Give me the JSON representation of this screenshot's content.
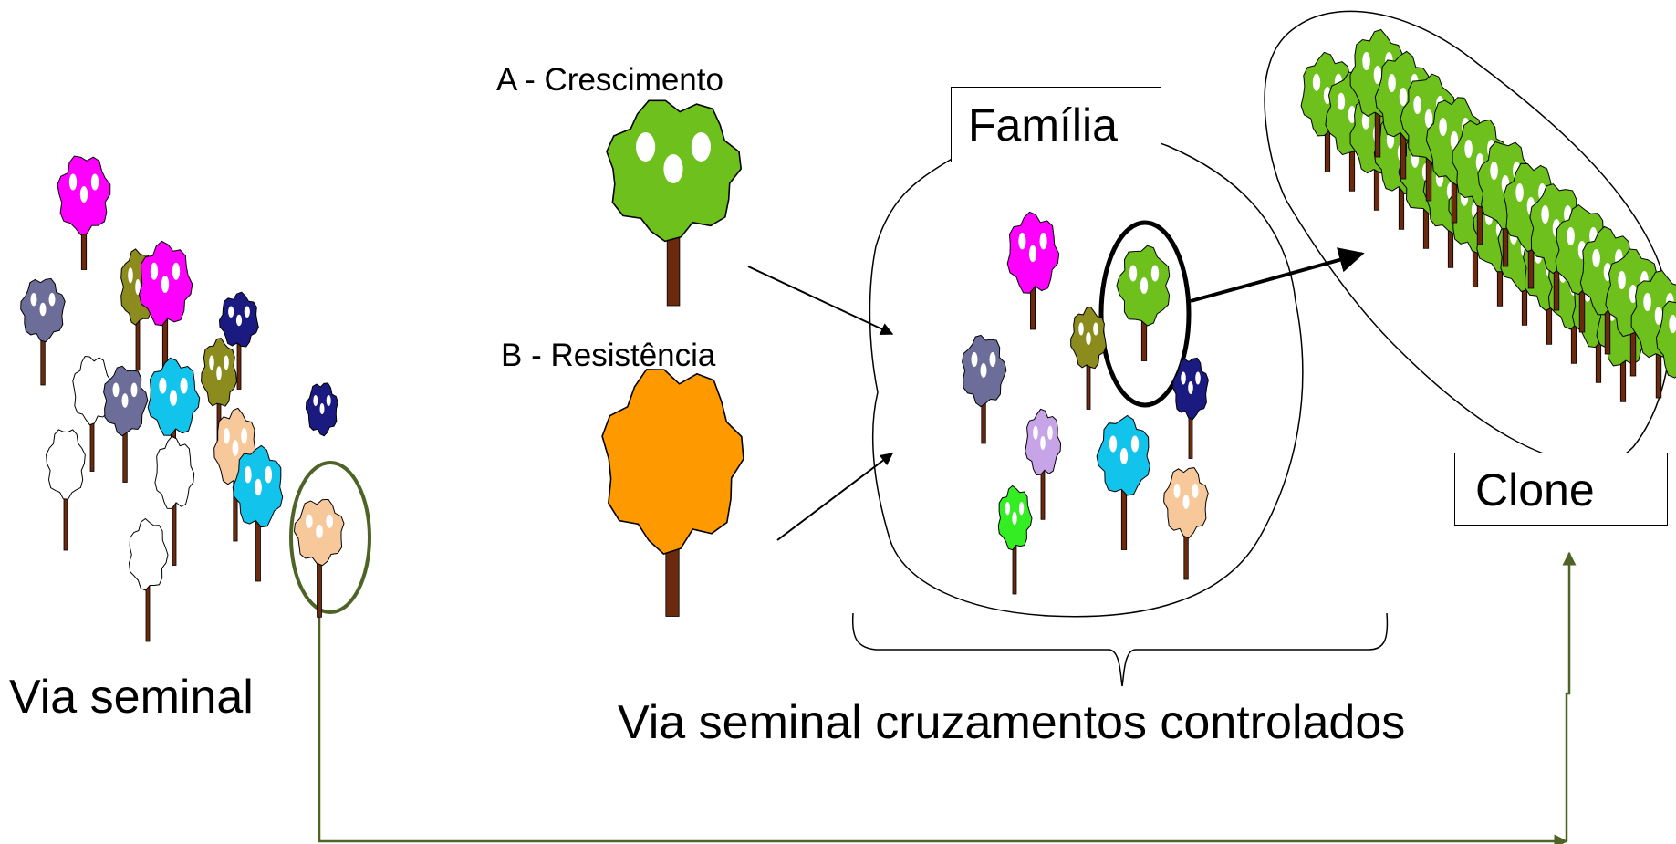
{
  "labels": {
    "parent_a": "A - Crescimento",
    "parent_b": "B - Resistência",
    "family": "Família",
    "clone": "Clone",
    "via_seminal": "Via seminal",
    "via_controlled": "Via seminal cruzamentos controlados"
  },
  "colors": {
    "trunk": "#6b2a0e",
    "green": "#6ec01c",
    "orange": "#ff9900",
    "magenta": "#ff00ff",
    "slate": "#6d6d99",
    "olive": "#8c8c1e",
    "navy": "#1a1a80",
    "cyan": "#12c3eb",
    "peach": "#f7c89a",
    "lavender": "#c7a3e8",
    "bright_green": "#33ee22",
    "white": "#ffffff",
    "selection_ring": "#4d6426",
    "arrow": "#000000",
    "pathway_line": "#4d6426"
  },
  "icons": {
    "tree": "tree-icon",
    "arrow": "arrow-icon",
    "bracket": "brace-icon"
  }
}
